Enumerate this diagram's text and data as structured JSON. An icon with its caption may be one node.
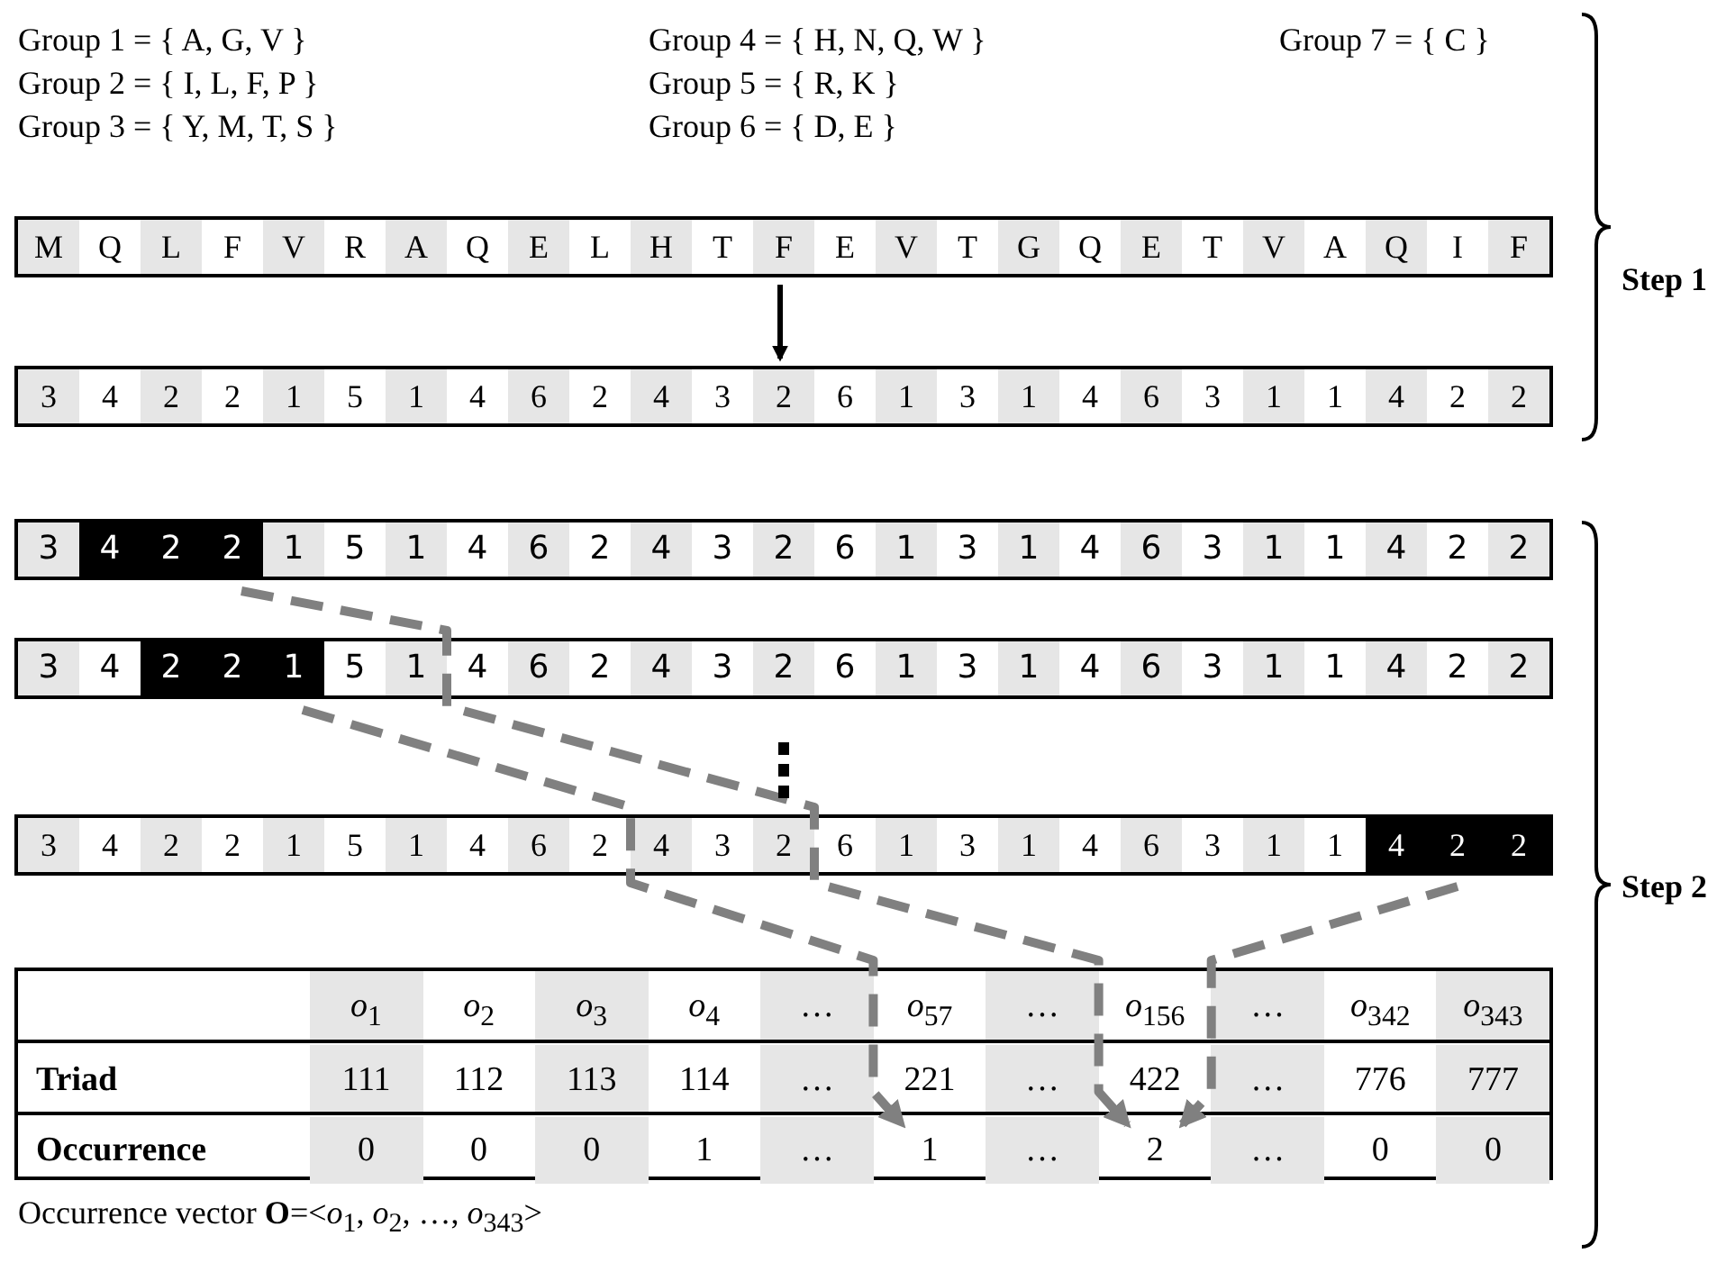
{
  "diagram": {
    "nodes": [
      {
        "text": [
          "M",
          "Q",
          "L",
          "F",
          "V",
          "R",
          "A",
          "Q",
          "E",
          "L",
          "H",
          "T",
          "F",
          "E",
          "V",
          "T",
          "G",
          "Q",
          "E",
          "T",
          "V",
          "A",
          "Q",
          "I",
          "F"
        ]
      },
      {
        "text": [
          "3",
          "4",
          "2",
          "2",
          "1",
          "5",
          "1",
          "4",
          "6",
          "2",
          "4",
          "3",
          "2",
          "6",
          "1",
          "3",
          "1",
          "4",
          "6",
          "3",
          "1",
          "1",
          "4",
          "2",
          "2"
        ]
      },
      {
        "text": [
          "3",
          "1",
          "5",
          "1",
          "4",
          "6",
          "2",
          "4",
          "3",
          "2",
          "6",
          "1",
          "3",
          "1",
          "4",
          "6",
          "3",
          "1",
          "1",
          "4",
          "2",
          "2"
        ]
      },
      {
        "text": [
          "4",
          "2",
          "2"
        ],
        "in": 2
      },
      {
        "text": [
          "3",
          "4",
          "5",
          "1",
          "4",
          "6",
          "2",
          "4",
          "3",
          "2",
          "6",
          "1",
          "3",
          "1",
          "4",
          "6",
          "3",
          "1",
          "1",
          "4",
          "2",
          "2"
        ]
      },
      {
        "text": [
          "2",
          "2",
          "1"
        ],
        "in": 4
      },
      {
        "text": [
          "3",
          "4",
          "2",
          "2",
          "1",
          "5",
          "1",
          "4",
          "6",
          "2",
          "4",
          "3",
          "2",
          "6",
          "1",
          "3",
          "1",
          "4",
          "6",
          "3",
          "1",
          "1"
        ]
      },
      {
        "text": [
          "4",
          "2",
          "2"
        ],
        "in": 6
      },
      {
        "text": [
          "1"
        ]
      },
      {
        "text": [
          "2"
        ]
      }
    ],
    "edges": [
      {
        "from": 0,
        "to": 1,
        "arrow": "to",
        "color": "#000000"
      },
      {
        "from": 3,
        "to": 9,
        "arrow": "to",
        "style": "dashed"
      },
      {
        "from": 5,
        "to": 8,
        "arrow": "to",
        "style": "dashed"
      },
      {
        "from": 7,
        "to": 9,
        "arrow": "to",
        "style": "dashed"
      }
    ],
    "labels": [
      "Group 1 = { A, G, V }",
      "Group 4 = { H, N, Q, W }",
      "Group 7 = { C }",
      "Group 2 = { I, L, F, P }",
      "Group 5 = { R, K }",
      "Group 3 = { Y, M, T, S }",
      "Group 6 = { D, E }",
      "Step 1",
      "Step 2",
      "*o*$_{1}$",
      "*o*$_{2}$",
      "*o*$_{3}$",
      "*o*$_{4}$",
      "…",
      "*o*$_{57}$",
      "…",
      "*o*$_{156}$",
      "…",
      "*o*$_{342}$",
      "*o*$_{343}$",
      "Triad",
      "111",
      "112",
      "113",
      "114",
      "…",
      "221",
      "…",
      "422",
      "…",
      "776",
      "777",
      "Occurrence",
      "0",
      "0",
      "0",
      "1",
      "…",
      "…",
      "…",
      "0",
      "0",
      "Occurrence vector **O**=<*o*$_{1}$, *o*$_{2}$, …, *o*$_{343}$>"
    ]
  }
}
